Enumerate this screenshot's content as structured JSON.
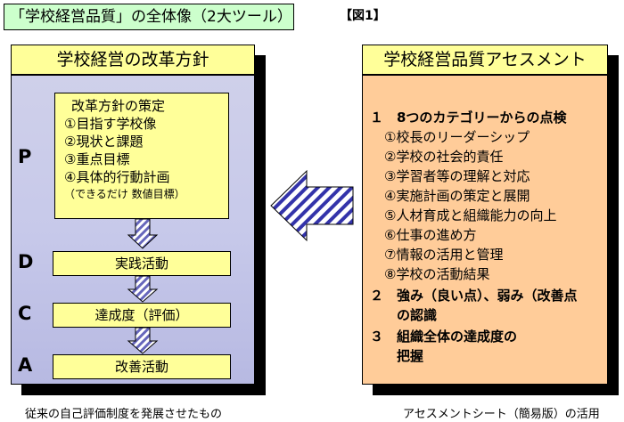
{
  "header": {
    "title": "「学校経営品質」の全体像（2大ツール）",
    "figure_label": "【図1】"
  },
  "left_panel": {
    "heading": "学校経営の改革方針",
    "pdca": [
      "P",
      "D",
      "C",
      "A"
    ],
    "plan": {
      "heading": "改革方針の策定",
      "items": [
        "①目指す学校像",
        "②現状と課題",
        "③重点目標",
        "④具体的行動計画"
      ],
      "note": "（できるだけ 数値目標）"
    },
    "steps": [
      "実践活動",
      "達成度（評価）",
      "改善活動"
    ],
    "caption": "従来の自己評価制度を発展させたもの"
  },
  "right_panel": {
    "heading": "学校経営品質アセスメント",
    "section1": "１　8つのカテゴリーからの点検",
    "categories": [
      "①校長のリーダーシップ",
      "②学校の社会的責任",
      "③学習者等の理解と対応",
      "④実施計画の策定と展開",
      "⑤人材育成と組織能力の向上",
      "⑥仕事の進め方",
      "⑦情報の活用と管理",
      "⑧学校の活動結果"
    ],
    "section2_line1": "２　強み（良い点）、弱み（改善点",
    "section2_line2": "の認識",
    "section3_line1": "３　組織全体の達成度の",
    "section3_line2": "把握",
    "caption": "アセスメントシート（簡易版）の活用"
  },
  "colors": {
    "title_bg": "#ccffcc",
    "box_yellow": "#ffff99",
    "left_panel_bg": "#c7c9ea",
    "right_panel_bg": "#ffcc99",
    "arrow_stripe": "#3333aa"
  }
}
